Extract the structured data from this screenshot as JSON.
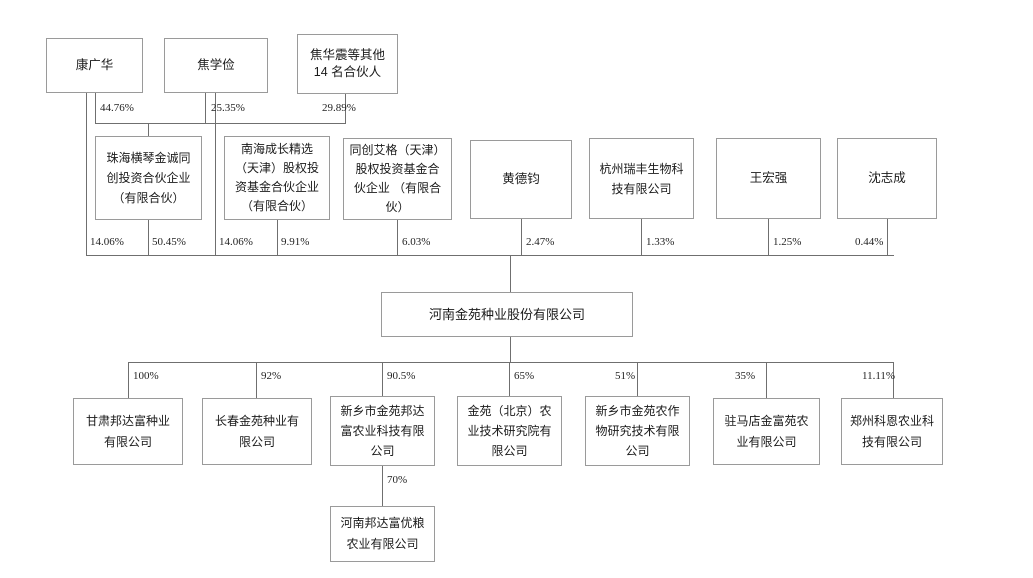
{
  "document": {
    "title": "河南金苑种业股份有限公司 股权结构图",
    "type": "ownership-structure-diagram",
    "background_color": "#ffffff",
    "line_color": "#6f6f6f",
    "box_border_color": "#9a9a9a",
    "text_color": "#1a1a1a"
  },
  "tier1_partners": [
    {
      "id": "kang",
      "label": "康广华"
    },
    {
      "id": "jiaoxj",
      "label": "焦学俭"
    },
    {
      "id": "jiaohz",
      "label": "焦华震等其他\n14 名合伙人"
    }
  ],
  "tier1_to_tier2_percents": [
    {
      "id": "p-kang-zhuhai",
      "value": "44.76%"
    },
    {
      "id": "p-jiaoxj-zhuhai",
      "value": "25.35%"
    },
    {
      "id": "p-jiaohz-zhuhai",
      "value": "29.89%"
    }
  ],
  "tier2_shareholders": [
    {
      "id": "zhuhai",
      "label": "珠海横琴金诚同\n创投资合伙企业\n（有限合伙）"
    },
    {
      "id": "nanhai",
      "label": "南海成长精选\n（天津）股权投\n资基金合伙企业\n（有限合伙）"
    },
    {
      "id": "tongchuang",
      "label": "同创艾格（天津）\n股权投资基金合\n伙企业 （有限合\n伙）"
    },
    {
      "id": "huangdejun",
      "label": "黄德钧"
    },
    {
      "id": "hangzhou",
      "label": "杭州瑞丰生物科\n技有限公司"
    },
    {
      "id": "wanghongqiang",
      "label": "王宏强"
    },
    {
      "id": "shenzhicheng",
      "label": "沈志成"
    }
  ],
  "tier2_to_core_percents": [
    {
      "id": "p-kang-core",
      "value": "14.06%",
      "from": "康广华"
    },
    {
      "id": "p-zhuhai-core",
      "value": "50.45%",
      "from": "珠海横琴金诚同创投资合伙企业（有限合伙）"
    },
    {
      "id": "p-jiaoxj-core",
      "value": "14.06%",
      "from": "焦学俭"
    },
    {
      "id": "p-nanhai-core",
      "value": "9.91%",
      "from": "南海成长精选（天津）股权投资基金合伙企业（有限合伙）"
    },
    {
      "id": "p-tongchuang-core",
      "value": "6.03%",
      "from": "同创艾格（天津）股权投资基金合伙企业（有限合伙）"
    },
    {
      "id": "p-huang-core",
      "value": "2.47%",
      "from": "黄德钧"
    },
    {
      "id": "p-hangzhou-core",
      "value": "1.33%",
      "from": "杭州瑞丰生物科技有限公司"
    },
    {
      "id": "p-wang-core",
      "value": "1.25%",
      "from": "王宏强"
    },
    {
      "id": "p-shen-core",
      "value": "0.44%",
      "from": "沈志成"
    }
  ],
  "core_company": {
    "id": "core",
    "label": "河南金苑种业股份有限公司"
  },
  "core_to_subsidiary_percents": [
    {
      "id": "p-gansu",
      "value": "100%"
    },
    {
      "id": "p-changchun",
      "value": "92%"
    },
    {
      "id": "p-xinxiang-bangdafu",
      "value": "90.5%"
    },
    {
      "id": "p-jinyuan-beijing",
      "value": "65%"
    },
    {
      "id": "p-xinxiang-nongzuowu",
      "value": "51%"
    },
    {
      "id": "p-zhumadian",
      "value": "35%"
    },
    {
      "id": "p-zhengzhou",
      "value": "11.11%"
    }
  ],
  "subsidiaries": [
    {
      "id": "gansu",
      "label": "甘肃邦达富种业\n有限公司"
    },
    {
      "id": "changchun",
      "label": "长春金苑种业有\n限公司"
    },
    {
      "id": "xinxiang_bangdafu",
      "label": "新乡市金苑邦达\n富农业科技有限\n公司"
    },
    {
      "id": "jinyuan_beijing",
      "label": "金苑（北京）农\n业技术研究院有\n限公司"
    },
    {
      "id": "xinxiang_nongzuowu",
      "label": "新乡市金苑农作\n物研究技术有限\n公司"
    },
    {
      "id": "zhumadian",
      "label": "驻马店金富苑农\n业有限公司"
    },
    {
      "id": "zhengzhou",
      "label": "郑州科恩农业科\n技有限公司"
    }
  ],
  "sub_subsidiary_percent": {
    "id": "p-henan-bangdafu",
    "value": "70%"
  },
  "sub_subsidiary": {
    "id": "henan_bangdafu",
    "label": "河南邦达富优粮\n农业有限公司"
  }
}
